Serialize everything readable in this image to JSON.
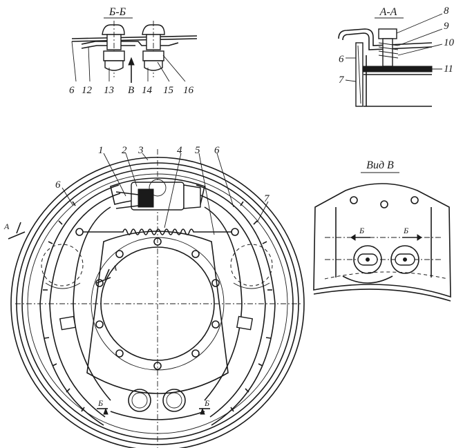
{
  "sections": {
    "bb": {
      "title": "Б-Б"
    },
    "aa": {
      "title": "А-А"
    },
    "view_b": {
      "title": "Вид В"
    }
  },
  "labels": {
    "bb": [
      "6",
      "12",
      "13",
      "B",
      "14",
      "15",
      "16"
    ],
    "aa": [
      "8",
      "9",
      "10",
      "6",
      "7",
      "11"
    ],
    "main": [
      "1",
      "2",
      "3",
      "4",
      "5",
      "6",
      "6",
      "7"
    ],
    "cut_a": [
      "А",
      "А"
    ],
    "cut_b": [
      "Б",
      "Б"
    ],
    "view_b_marks": [
      "Б",
      "Б"
    ]
  }
}
